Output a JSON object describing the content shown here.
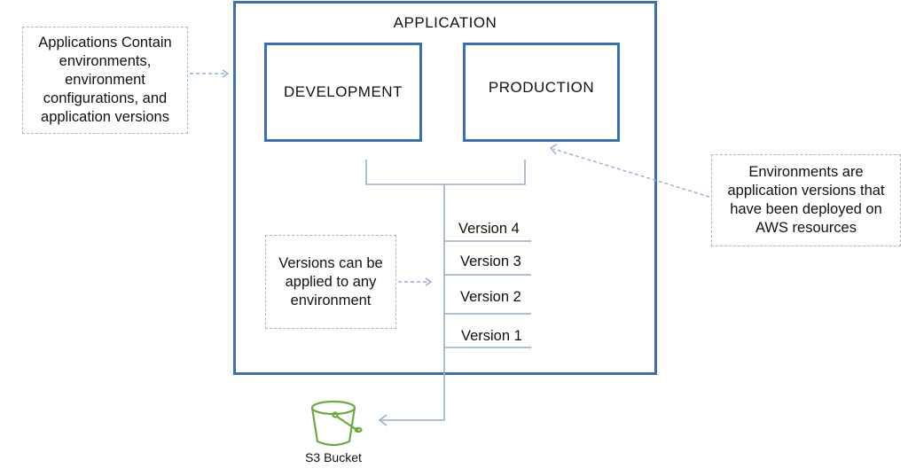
{
  "diagram": {
    "application_label": "APPLICATION",
    "environments": [
      {
        "id": "development",
        "label": "DEVELOPMENT"
      },
      {
        "id": "production",
        "label": "PRODUCTION"
      }
    ],
    "versions": [
      {
        "label": "Version 4"
      },
      {
        "label": "Version 3"
      },
      {
        "label": "Version 2"
      },
      {
        "label": "Version 1"
      }
    ],
    "notes": {
      "left": "Applications Contain\nenvironments,\nenvironment\nconfigurations, and\napplication versions",
      "right": "Environments are\napplication versions that\nhave been deployed on\nAWS resources",
      "middle": "Versions can be\napplied to any\nenvironment"
    },
    "storage": {
      "icon": "s3-bucket-icon",
      "label": "S3 Bucket"
    },
    "colors": {
      "box_border": "#3d6fb5",
      "connector": "#93aed0",
      "note_border": "#9fb8d3",
      "bucket_icon": "#6aab3f"
    }
  }
}
